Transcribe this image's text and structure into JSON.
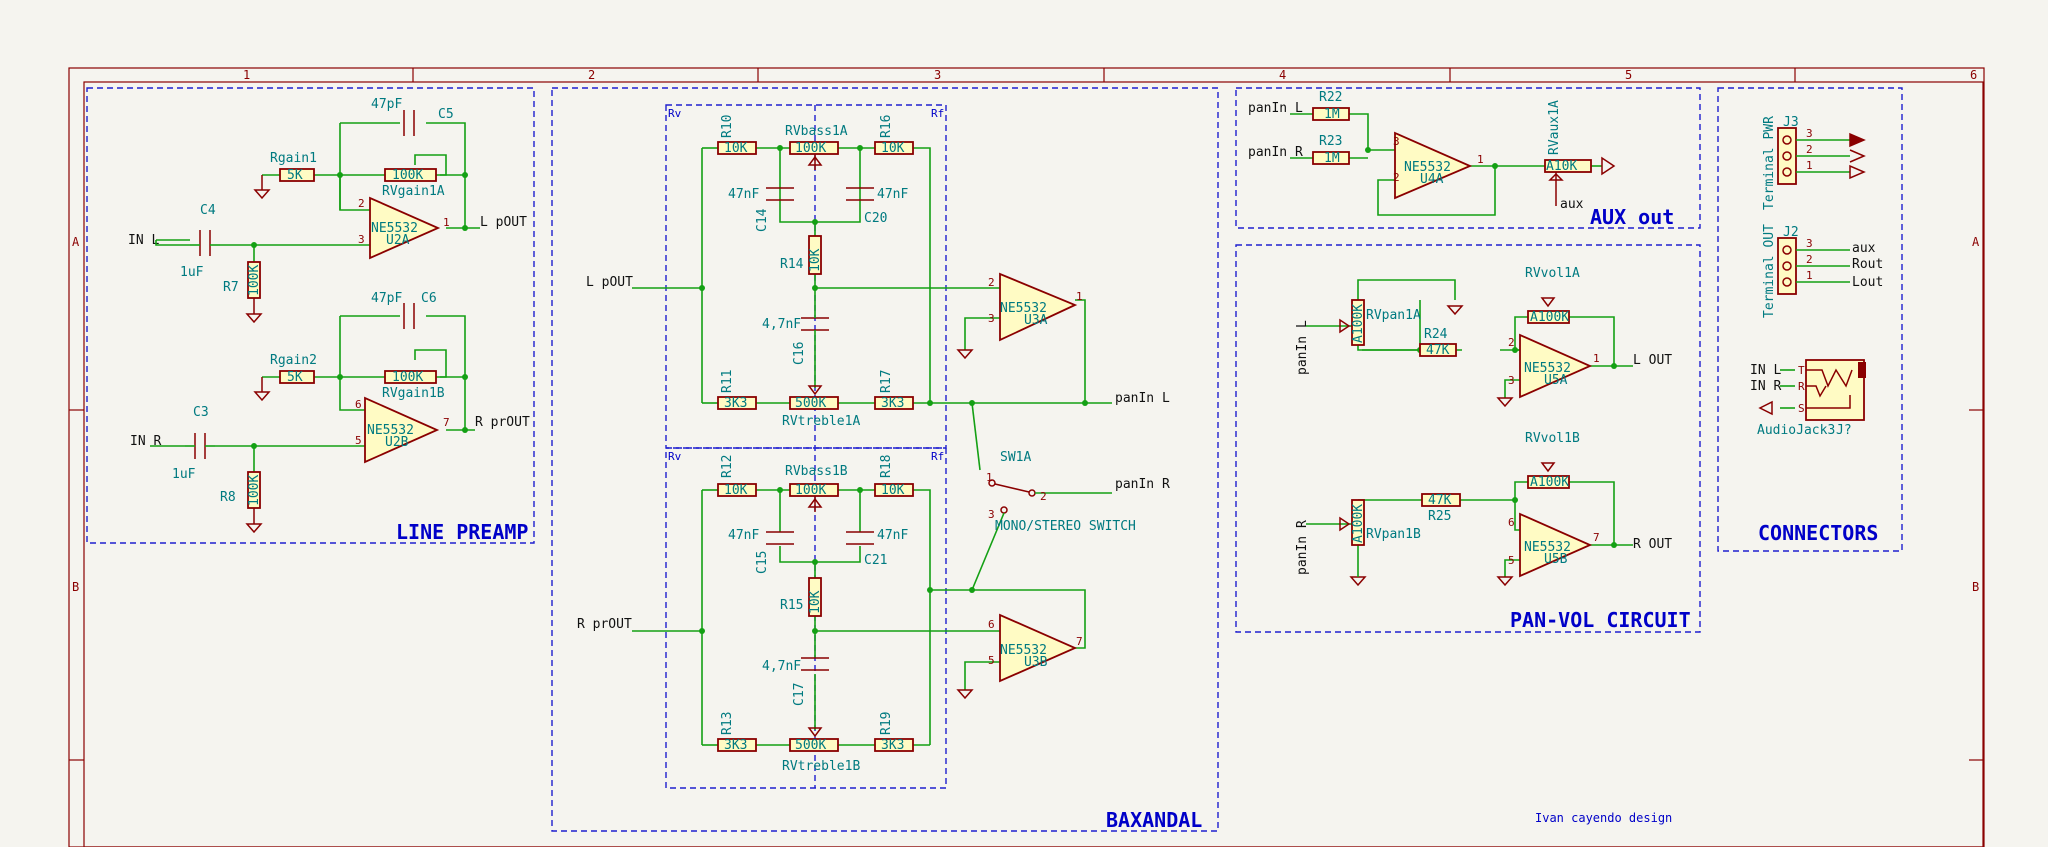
{
  "frame": {
    "columns": [
      "1",
      "2",
      "3",
      "4",
      "5",
      "6"
    ],
    "rows": [
      "A",
      "B"
    ]
  },
  "blocks": {
    "line_preamp": "LINE PREAMP",
    "baxandal": "BAXANDAL",
    "aux_out": "AUX out",
    "pan_vol": "PAN-VOL CIRCUIT",
    "connectors": "CONNECTORS",
    "rv_label": "Rv",
    "rf_label": "Rf"
  },
  "credit": "Ivan cayendo design",
  "labels": {
    "c5": "C5",
    "c5_val": "47pF",
    "c6": "C6",
    "c6_val": "47pF",
    "rgain1": "Rgain1",
    "rgain1_val": "5K",
    "rgain2": "Rgain2",
    "rgain2_val": "5K",
    "rvgain1a": "RVgain1A",
    "rvgain1b": "RVgain1B",
    "rv100k": "100K",
    "c4": "C4",
    "c4_val": "1uF",
    "c3": "C3",
    "c3_val": "1uF",
    "r7": "R7",
    "r7_val": "100K",
    "r8": "R8",
    "r8_val": "100K",
    "in_l": "IN L",
    "in_r": "IN R",
    "l_pout": "L pOUT",
    "r_prout": "R prOUT",
    "u2a_part": "NE5532",
    "u2a": "U2A",
    "u2b_part": "NE5532",
    "u2b": "U2B",
    "l_pout_in": "L pOUT",
    "r_prout_in": "R prOUT",
    "r10": "R10",
    "r10_val": "10K",
    "r16": "R16",
    "r16_val": "10K",
    "rvbass1a": "RVbass1A",
    "rvbass1a_val": "100K",
    "c14": "C14",
    "c14_val": "47nF",
    "c20": "C20",
    "c20_val": "47nF",
    "r14": "R14",
    "r14_val": "10K",
    "c16": "C16",
    "c16_val": "4,7nF",
    "r11": "R11",
    "r11_val": "3K3",
    "r17": "R17",
    "r17_val": "3K3",
    "rvtreble1a": "RVtreble1A",
    "rvtreble1a_val": "500K",
    "u3a_part": "NE5532",
    "u3a": "U3A",
    "panin_l": "panIn L",
    "panin_r": "panIn R",
    "sw1a": "SW1A",
    "mono_stereo": "MONO/STEREO SWITCH",
    "r12": "R12",
    "r12_val": "10K",
    "r18": "R18",
    "r18_val": "10K",
    "rvbass1b": "RVbass1B",
    "rvbass1b_val": "100K",
    "c15": "C15",
    "c15_val": "47nF",
    "c21": "C21",
    "c21_val": "47nF",
    "r15": "R15",
    "r15_val": "10K",
    "c17": "C17",
    "c17_val": "4,7nF",
    "r13": "R13",
    "r13_val": "3K3",
    "r19": "R19",
    "r19_val": "3K3",
    "rvtreble1b": "RVtreble1B",
    "rvtreble1b_val": "500K",
    "u3b_part": "NE5532",
    "u3b": "U3B",
    "r22": "R22",
    "r22_val": "1M",
    "r23": "R23",
    "r23_val": "1M",
    "aux_panin_l": "panIn L",
    "aux_panin_r": "panIn R",
    "u4a_part": "NE5532",
    "u4a": "U4A",
    "rvaux1a": "RVaux1A",
    "rvaux1a_val": "A10K",
    "aux": "aux",
    "rvvol1a": "RVvol1A",
    "rvvol1a_val": "A100K",
    "rvpan1a": "RVpan1A",
    "rvpan1a_val": "A100K",
    "r24": "R24",
    "r24_val": "47K",
    "u5a_part": "NE5532",
    "u5a": "U5A",
    "l_out": "L OUT",
    "pv_panin_l": "panIn L",
    "pv_panin_r": "panIn R",
    "rvvol1b": "RVvol1B",
    "rvvol1b_val": "A100K",
    "rvpan1b": "RVpan1B",
    "rvpan1b_val": "A100K",
    "r25": "R25",
    "r25_val": "47K",
    "u5b_part": "NE5532",
    "u5b": "U5B",
    "r_out": "R OUT",
    "j3": "J3",
    "j3_name": "Terminal PWR",
    "j2": "J2",
    "j2_name": "Terminal OUT",
    "j2_p3": "aux",
    "j2_p2": "Rout",
    "j2_p1": "Lout",
    "jack_in_l": "IN L",
    "jack_in_r": "IN R",
    "jack_name": "AudioJack3",
    "jack_ref": "J?",
    "jack_t": "T",
    "jack_r": "R",
    "jack_s": "S"
  }
}
